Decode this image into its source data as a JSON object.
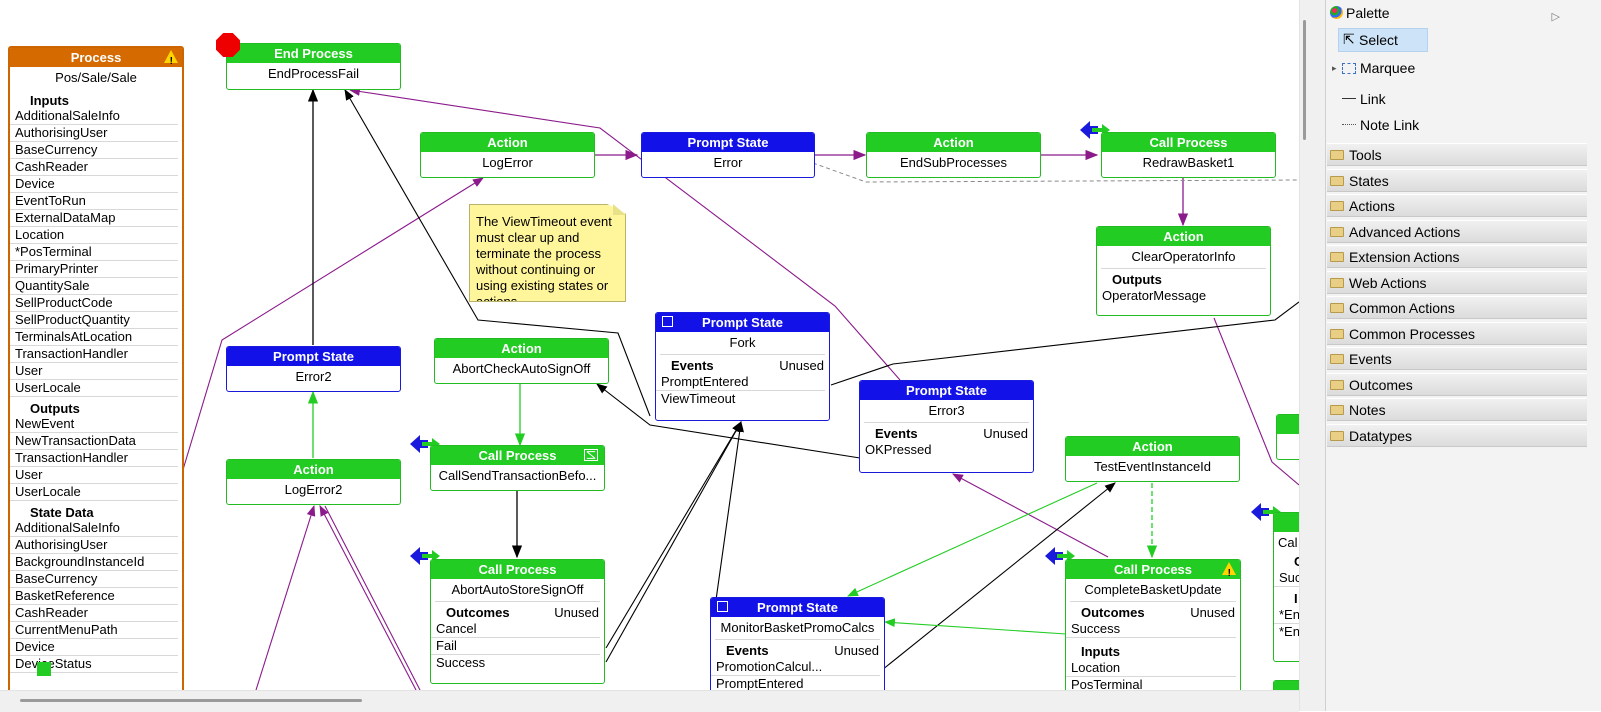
{
  "process": {
    "header": "Process",
    "name": "Pos/Sale/Sale",
    "inputs_label": "Inputs",
    "inputs": [
      "AdditionalSaleInfo",
      "AuthorisingUser",
      "BaseCurrency",
      "CashReader",
      "Device",
      "EventToRun",
      "ExternalDataMap",
      "Location",
      "*PosTerminal",
      "PrimaryPrinter",
      "QuantitySale",
      "SellProductCode",
      "SellProductQuantity",
      "TerminalsAtLocation",
      "TransactionHandler",
      "User",
      "UserLocale"
    ],
    "outputs_label": "Outputs",
    "outputs": [
      "NewEvent",
      "NewTransactionData",
      "TransactionHandler",
      "User",
      "UserLocale"
    ],
    "state_label": "State Data",
    "state": [
      "AdditionalSaleInfo",
      "AuthorisingUser",
      "BackgroundInstanceId",
      "BaseCurrency",
      "BasketReference",
      "CashReader",
      "CurrentMenuPath",
      "Device",
      "DeviceStatus"
    ]
  },
  "nodes": {
    "end_process": {
      "header": "End Process",
      "name": "EndProcessFail"
    },
    "log_error": {
      "header": "Action",
      "name": "LogError"
    },
    "ps_error": {
      "header": "Prompt State",
      "name": "Error"
    },
    "end_sub": {
      "header": "Action",
      "name": "EndSubProcesses"
    },
    "redraw": {
      "header": "Call Process",
      "name": "RedrawBasket1"
    },
    "clear_op": {
      "header": "Action",
      "name": "ClearOperatorInfo",
      "outputs_label": "Outputs",
      "output": "OperatorMessage"
    },
    "ps_error2": {
      "header": "Prompt State",
      "name": "Error2"
    },
    "log_error2": {
      "header": "Action",
      "name": "LogError2"
    },
    "abort_check": {
      "header": "Action",
      "name": "AbortCheckAutoSignOff"
    },
    "call_send": {
      "header": "Call Process",
      "name": "CallSendTransactionBefo..."
    },
    "abort_store": {
      "header": "Call Process",
      "name": "AbortAutoStoreSignOff",
      "outcomes_label": "Outcomes",
      "outcomes_right": "Unused",
      "outcomes": [
        "Cancel",
        "Fail",
        "Success"
      ]
    },
    "fork": {
      "header": "Prompt State",
      "name": "Fork",
      "events_label": "Events",
      "events_right": "Unused",
      "events": [
        "PromptEntered",
        "ViewTimeout"
      ]
    },
    "error3": {
      "header": "Prompt State",
      "name": "Error3",
      "events_label": "Events",
      "events_right": "Unused",
      "events": [
        "OKPressed"
      ]
    },
    "monitor": {
      "header": "Prompt State",
      "name": "MonitorBasketPromoCalcs",
      "events_label": "Events",
      "events_right": "Unused",
      "events": [
        "PromotionCalcul...",
        "PromptEntered"
      ]
    },
    "test_event": {
      "header": "Action",
      "name": "TestEventInstanceId"
    },
    "complete": {
      "header": "Call Process",
      "name": "CompleteBasketUpdate",
      "outcomes_label": "Outcomes",
      "outcomes_right": "Unused",
      "outcomes": [
        "Success"
      ],
      "inputs_label": "Inputs",
      "inputs": [
        "Location",
        "PosTerminal"
      ]
    },
    "partial_right": {
      "lines": [
        "Cal",
        "C",
        "Suc",
        "I",
        "*En",
        "*En"
      ]
    }
  },
  "note": "The ViewTimeout event must clear up and terminate the process without continuing or using existing states or actions",
  "palette": {
    "title": "Palette",
    "tools": [
      "Select",
      "Marquee",
      "Link",
      "Note Link"
    ],
    "drawers": [
      "Tools",
      "States",
      "Actions",
      "Advanced Actions",
      "Extension Actions",
      "Web Actions",
      "Common Actions",
      "Common Processes",
      "Events",
      "Outcomes",
      "Notes",
      "Datatypes"
    ]
  },
  "colors": {
    "action": "#22cc22",
    "prompt_state": "#1212e8",
    "process": "#d46a00",
    "link_purple": "#8b1a8b",
    "link_green": "#22cc22",
    "link_black": "#000000"
  }
}
